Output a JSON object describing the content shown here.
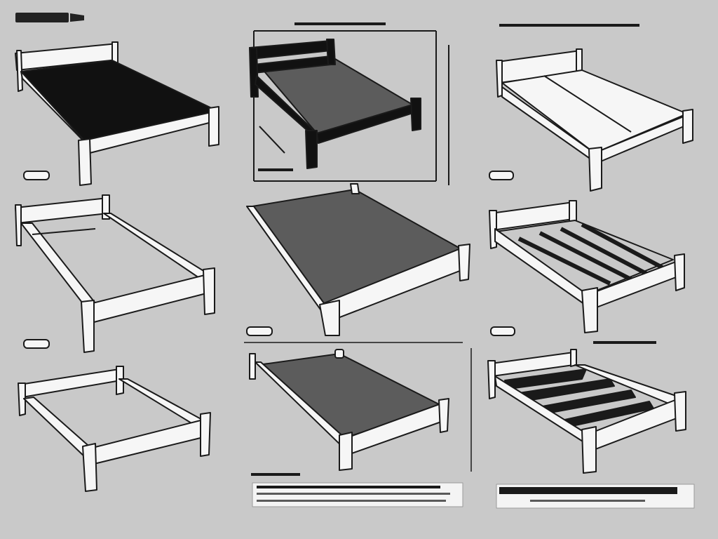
{
  "sheet": {
    "background": "#c9c9c9",
    "ink": "#1a1a1a",
    "frame_fill": "#f6f6f6",
    "dark_fill": "#111111",
    "mattress_fill": "#5c5c5c"
  },
  "illustrations": [
    {
      "id": "bed-frame-1",
      "style": "light frame, black mattress"
    },
    {
      "id": "bed-frame-2",
      "style": "dark frame, grey mattress"
    },
    {
      "id": "bed-frame-3",
      "style": "light frame, white slats"
    },
    {
      "id": "bed-frame-4",
      "style": "open frame"
    },
    {
      "id": "bed-frame-5",
      "style": "grey platform"
    },
    {
      "id": "bed-frame-6",
      "style": "slatted frame"
    },
    {
      "id": "bed-frame-7",
      "style": "open frame, low"
    },
    {
      "id": "bed-frame-8",
      "style": "grey platform, low"
    },
    {
      "id": "bed-frame-9",
      "style": "dark slats"
    }
  ]
}
